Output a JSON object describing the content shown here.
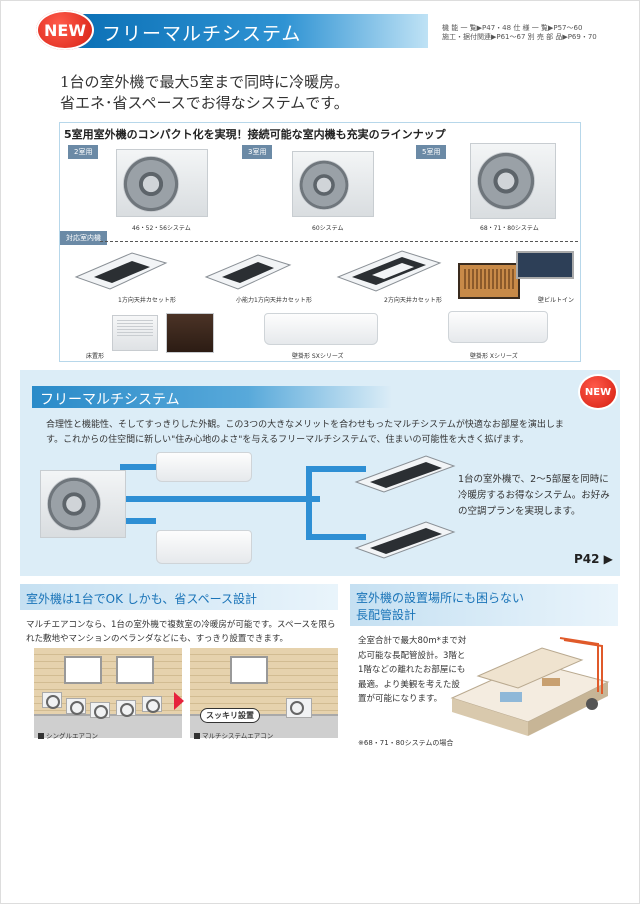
{
  "header": {
    "badge": "NEW",
    "title": "フリーマルチシステム",
    "refs_line1": "機 能 一 覧▶P47・48 仕 様 一 覧▶P57～60",
    "refs_line2": "施工・据付関連▶P61～67 別 売 部 品▶P69・70"
  },
  "headline": {
    "line1": "1台の室外機で最大5室まで同時に冷暖房。",
    "line2": "省エネ･省スペースでお得なシステムです。"
  },
  "lineup": {
    "title": "5室用室外機のコンパクト化を実現！接続可能な室内機も充実のラインナップ",
    "outdoor_units": [
      {
        "tag": "2室用",
        "caption": "46・52・56システム"
      },
      {
        "tag": "3室用",
        "caption": "60システム"
      },
      {
        "tag": "5室用",
        "caption": "68・71・80システム"
      }
    ],
    "indoor_tag": "対応室内機",
    "indoor_units": [
      {
        "caption": "1方向天井カセット形"
      },
      {
        "caption": "小能力1方向天井カセット形"
      },
      {
        "caption": "2方向天井カセット形"
      },
      {
        "caption": "壁ビルトイン"
      },
      {
        "caption": "床置形"
      },
      {
        "caption": "壁掛形 SXシリーズ"
      },
      {
        "caption": "壁掛形 Xシリーズ"
      }
    ]
  },
  "multi": {
    "title": "フリーマルチシステム",
    "badge": "NEW",
    "desc_line1": "合理性と機能性、そしてすっきりした外観。この3つの大きなメリットを合わせもったマルチシステムが快適なお部屋を演出しま",
    "desc_line2": "す。これからの住空間に新しい\"住み心地のよさ\"を与えるフリーマルチシステムで、住まいの可能性を大きく拡げます。",
    "side_text": "1台の室外機で、2～5部屋を同時に冷暖房するお得なシステム。お好みの空調プランを実現します。",
    "page_ref": "P42 ▶"
  },
  "space": {
    "title": "室外機は1台でOK しかも、省スペース設計",
    "text": "マルチエアコンなら、1台の室外機で複数室の冷暖房が可能です。スペースを限られた敷地やマンションのベランダなどにも、すっきり設置できます。",
    "legend_single": "シングルエアコン",
    "legend_multi": "マルチシステムエアコン",
    "callout": "スッキリ設置"
  },
  "piping": {
    "title_line1": "室外機の設置場所にも困らない",
    "title_line2": "長配管設計",
    "text": "全室合計で最大80m*まで対応可能な長配管設計。3階と1階などの離れたお部屋にも最適。より美観を考えた設置が可能になります。",
    "note": "※68・71・80システムの場合"
  },
  "colors": {
    "brand_blue": "#2a8bc9",
    "badge_red": "#d41d10",
    "pipe_blue": "#2e8fd4",
    "section_bg": "#dcedf7"
  }
}
